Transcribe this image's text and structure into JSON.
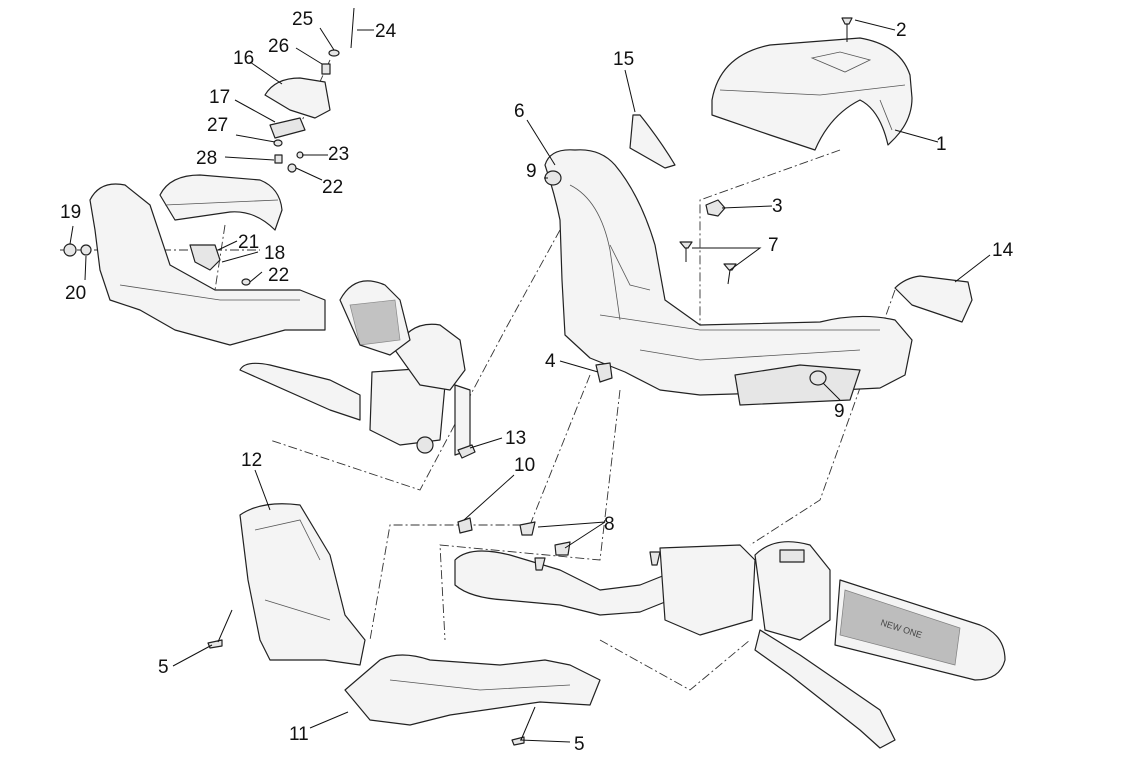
{
  "diagram": {
    "callouts": [
      {
        "id": "c1",
        "text": "1"
      },
      {
        "id": "c2",
        "text": "2"
      },
      {
        "id": "c3",
        "text": "3"
      },
      {
        "id": "c4",
        "text": "4"
      },
      {
        "id": "c5a",
        "text": "5"
      },
      {
        "id": "c5b",
        "text": "5"
      },
      {
        "id": "c6",
        "text": "6"
      },
      {
        "id": "c7",
        "text": "7"
      },
      {
        "id": "c8",
        "text": "8"
      },
      {
        "id": "c9a",
        "text": "9"
      },
      {
        "id": "c9b",
        "text": "9"
      },
      {
        "id": "c10",
        "text": "10"
      },
      {
        "id": "c11",
        "text": "11"
      },
      {
        "id": "c12",
        "text": "12"
      },
      {
        "id": "c13",
        "text": "13"
      },
      {
        "id": "c14",
        "text": "14"
      },
      {
        "id": "c15",
        "text": "15"
      },
      {
        "id": "c16",
        "text": "16"
      },
      {
        "id": "c17",
        "text": "17"
      },
      {
        "id": "c18",
        "text": "18"
      },
      {
        "id": "c19",
        "text": "19"
      },
      {
        "id": "c20",
        "text": "20"
      },
      {
        "id": "c21",
        "text": "21"
      },
      {
        "id": "c22a",
        "text": "22"
      },
      {
        "id": "c22b",
        "text": "22"
      },
      {
        "id": "c23",
        "text": "23"
      },
      {
        "id": "c24",
        "text": "24"
      },
      {
        "id": "c25",
        "text": "25"
      },
      {
        "id": "c26",
        "text": "26"
      },
      {
        "id": "c27",
        "text": "27"
      },
      {
        "id": "c28",
        "text": "28"
      }
    ],
    "grip_text": "NEW ONE"
  }
}
